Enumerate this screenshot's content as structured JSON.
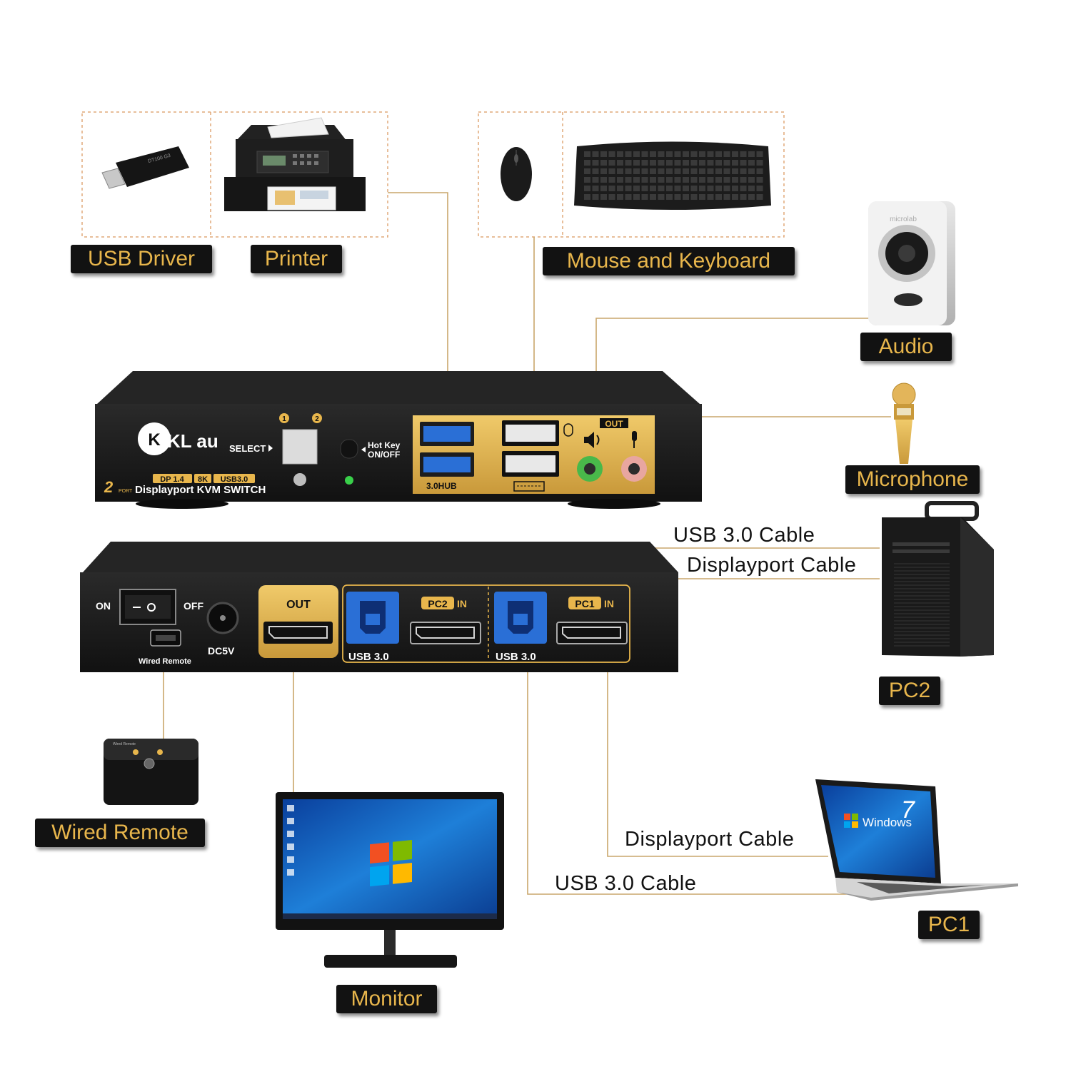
{
  "labels": {
    "usb_driver": "USB Driver",
    "printer": "Printer",
    "mouse_keyboard": "Mouse and Keyboard",
    "audio": "Audio",
    "microphone": "Microphone",
    "pc2": "PC2",
    "wired_remote": "Wired Remote",
    "monitor": "Monitor",
    "pc1": "PC1"
  },
  "cables": {
    "pc2_usb": "USB 3.0 Cable",
    "pc2_dp": "Displayport Cable",
    "pc1_dp": "Displayport Cable",
    "pc1_usb": "USB 3.0 Cable"
  },
  "front_panel": {
    "brand": "KL au",
    "select": "SELECT",
    "port_1": "1",
    "port_2": "2",
    "hotkey_line1": "Hot Key",
    "hotkey_line2": "ON/OFF",
    "badge_dp": "DP 1.4",
    "badge_8k": "8K",
    "badge_usb": "USB3.0",
    "port_count": "2",
    "port_word": "PORT",
    "product_name": "Displayport KVM SWITCH",
    "hub_label": "3.0HUB",
    "out_label": "OUT"
  },
  "rear_panel": {
    "on": "ON",
    "off": "OFF",
    "wired_remote": "Wired Remote",
    "dc5v": "DC5V",
    "out": "OUT",
    "pc2_num": "PC2",
    "pc2_in": "IN",
    "pc1_num": "PC1",
    "pc1_in": "IN",
    "usb_left": "USB 3.0",
    "usb_right": "USB 3.0"
  },
  "devices": {
    "speaker_brand": "microlab",
    "laptop_os": "Windows",
    "laptop_os_version": "7",
    "remote_caption": "Wired Remote"
  },
  "colors": {
    "accent_gold": "#e8b64c",
    "panel_gold": "#d9ae4c",
    "line_gold": "#c9a66b",
    "device_black": "#1c1c1c",
    "usb_blue": "#2a6fd6"
  }
}
